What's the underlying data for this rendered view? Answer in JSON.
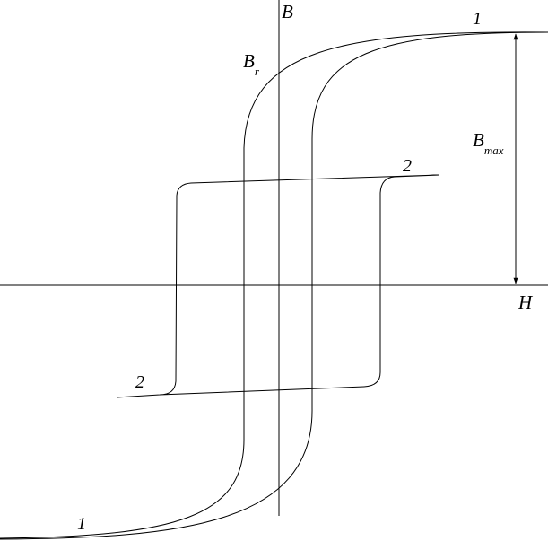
{
  "axes": {
    "vertical_label": "B",
    "horizontal_label": "H"
  },
  "annotations": {
    "remanence_symbol": "B",
    "remanence_subscript": "r",
    "saturation_symbol": "B",
    "saturation_subscript": "max"
  },
  "curves": {
    "loop_1_label_top": "1",
    "loop_1_label_bottom": "1",
    "loop_2_label_top": "2",
    "loop_2_label_bottom": "2"
  },
  "colors": {
    "line": "#000000",
    "background": "#ffffff"
  }
}
